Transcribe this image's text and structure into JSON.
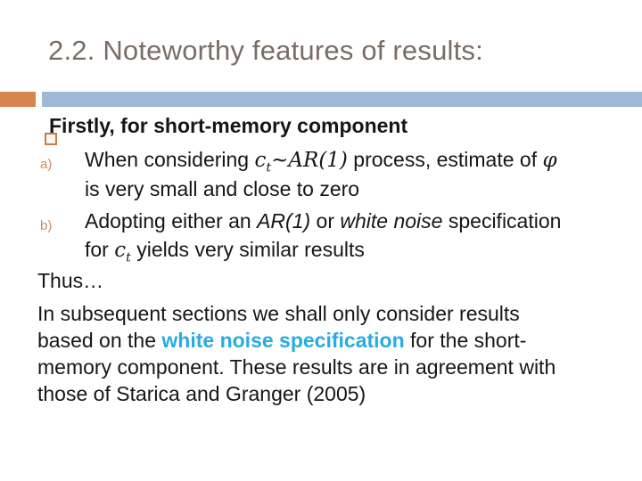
{
  "slide": {
    "title": "2.2. Noteworthy features of results:",
    "colors": {
      "title_text": "#7b6c64",
      "accent_orange": "#d6854c",
      "accent_blue": "#9db9d5",
      "list_marker": "#cd8c5e",
      "bullet_border": "#c97e48",
      "highlight_cyan": "#29abe2",
      "body_text": "#161616"
    }
  },
  "body": {
    "firstly": "Firstly, for short-memory component",
    "item_a": {
      "marker": "a)",
      "line1_pre": "When considering ",
      "math_c": "c",
      "math_sub": "t",
      "math_rest": "~AR(1)",
      "line1_post": " process, estimate of ",
      "math_phi": "φ",
      "line2": "is very small and close to zero"
    },
    "item_b": {
      "marker": "b)",
      "line1_pre": "Adopting either an ",
      "ar1_italic": "AR(1)",
      "line1_mid": " or ",
      "white_noise_italic": "white noise",
      "line1_post": " specification",
      "line2_pre": "for ",
      "math_c": "c",
      "math_sub": "t",
      "line2_post": " yields very similar results"
    },
    "thus": "Thus…",
    "paragraph": {
      "line1": "In subsequent sections we shall only consider results",
      "line2_pre": "based on the ",
      "line2_highlight": "white noise specification",
      "line2_post": " for the short-",
      "line3": "memory component. These results are in agreement with",
      "line4": "those of Starica and Granger (2005)"
    }
  }
}
